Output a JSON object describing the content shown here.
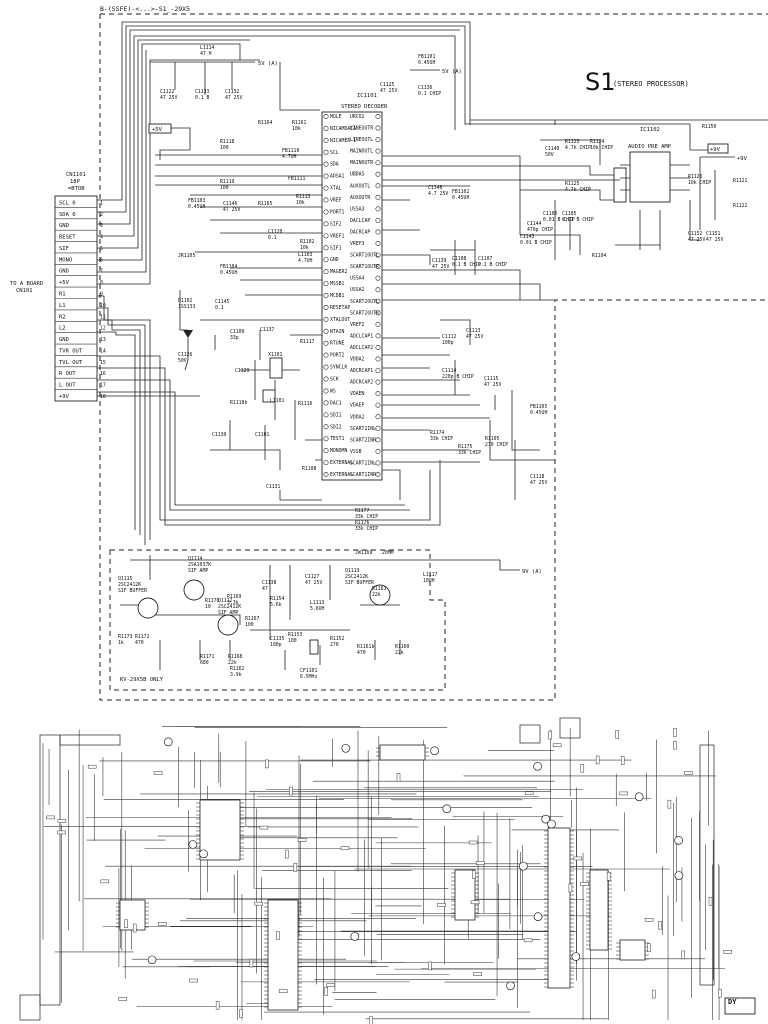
{
  "header": {
    "title": "B-(SSFE)-<...>-S1_-29X5"
  },
  "board": {
    "label": "S1",
    "sublabel": "(STEREO PROCESSOR)"
  },
  "connector": {
    "ref": "CN1101",
    "pins_desc": "18P",
    "kind": "=BTOB",
    "target_label": "TO A BOARD",
    "target_ref": "CN101",
    "pins": [
      {
        "num": "1",
        "name": "SCL 0"
      },
      {
        "num": "2",
        "name": "SDA 0"
      },
      {
        "num": "3",
        "name": "GND"
      },
      {
        "num": "4",
        "name": "RESET"
      },
      {
        "num": "5",
        "name": "SIF"
      },
      {
        "num": "6",
        "name": "MONO"
      },
      {
        "num": "7",
        "name": "GND"
      },
      {
        "num": "8",
        "name": "+5V"
      },
      {
        "num": "9",
        "name": "R1"
      },
      {
        "num": "10",
        "name": "L1"
      },
      {
        "num": "11",
        "name": "R2"
      },
      {
        "num": "12",
        "name": "L2"
      },
      {
        "num": "13",
        "name": "GND"
      },
      {
        "num": "14",
        "name": "TVR OUT"
      },
      {
        "num": "15",
        "name": "TVL OUT"
      },
      {
        "num": "16",
        "name": "R OUT"
      },
      {
        "num": "17",
        "name": "L OUT"
      },
      {
        "num": "18",
        "name": "+9V"
      }
    ]
  },
  "ic1101": {
    "ref": "IC1101",
    "name": "STEREO DECODER",
    "left_pins": [
      "MOLE",
      "NICAMDATA",
      "NICAMER 1",
      "SCL",
      "SDA",
      "ADSA1",
      "XTAL",
      "VREF",
      "PORT1",
      "SIF2",
      "VREF1",
      "SIF1",
      "GND",
      "MAGER2",
      "MSSB1",
      "MCDB1",
      "RESETAP",
      "XTALOUT",
      "NTAIN",
      "RTUNE",
      "PORT2",
      "SYNCLK",
      "SCK",
      "WS",
      "DAC1",
      "SDI1",
      "SDI2",
      "TEST1",
      "MONOMN",
      "EXTERNAL",
      "EXTERNAL"
    ],
    "right_pins": [
      "URCO2",
      "LINEOUTR",
      "LINEOUTL",
      "MAINOUTL",
      "MAINOUTR",
      "UBDAS",
      "AUXOUTL",
      "AUXOUTR",
      "USSA3",
      "DACLCAP",
      "DACRCAP",
      "VREF3",
      "SCART1OUTL",
      "SCART1OUTR",
      "USSA4",
      "USSA2",
      "SCART2OUTL",
      "SCART2OUTR",
      "VREF2",
      "ADCLCAP1",
      "ADCLCAP2",
      "VDDA2",
      "ADCRCAP1",
      "ADCRCAP2",
      "VDAEN",
      "VDAEP",
      "VDDA2",
      "SCART2INL",
      "SCART2INR",
      "VSSB",
      "SCART1INL",
      "SCART1INR"
    ]
  },
  "ic1102": {
    "ref": "IC1102",
    "name": "AUDIO PRE AMP"
  },
  "supply_labels": {
    "plus5v": "+5V",
    "plus9v": "+9V",
    "v5a": "5V (A)",
    "v9a": "9V (A)"
  },
  "sif_block": {
    "note": "KV-29X5B ONLY",
    "transistors": [
      {
        "ref": "Q1115",
        "part": "2SC2412K",
        "role": "SIF BUFFER"
      },
      {
        "ref": "Q1114",
        "part": "2SA1037K",
        "role": "SIF AMP"
      },
      {
        "ref": "Q1112",
        "part": "2SC2412K",
        "role": "SIF AMP"
      },
      {
        "ref": "Q1113",
        "part": "2SC2412K",
        "role": "SIF BUFFER"
      }
    ],
    "filter": {
      "ref": "CF1101",
      "value": "6.5MHz"
    },
    "jumper": {
      "ref": "JW1169",
      "value": "20MM"
    }
  },
  "diode": {
    "ref": "D1102",
    "part": "1SS133"
  },
  "upper_components": [
    {
      "ref": "L1114",
      "value": "47 H"
    },
    {
      "ref": "C1122",
      "value": "47 25V"
    },
    {
      "ref": "C1133",
      "value": "0.1 B"
    },
    {
      "ref": "C1132",
      "value": "47 25V"
    },
    {
      "ref": "FB1101",
      "value": "0.45UH"
    },
    {
      "ref": "C1125",
      "value": "47 25V"
    },
    {
      "ref": "C1136",
      "value": "0.1 CHIP"
    },
    {
      "ref": "R1164",
      "value": ""
    },
    {
      "ref": "R1161",
      "value": "10k"
    },
    {
      "ref": "R1118",
      "value": "100"
    },
    {
      "ref": "FB1110",
      "value": "4.7UH"
    },
    {
      "ref": "R1119",
      "value": "100"
    },
    {
      "ref": "FB1111",
      "value": ""
    },
    {
      "ref": "FB1103",
      "value": "0.45UH"
    },
    {
      "ref": "C1146",
      "value": "47 25V"
    },
    {
      "ref": "R1165",
      "value": ""
    },
    {
      "ref": "R1113",
      "value": "10k"
    },
    {
      "ref": "C1120",
      "value": "0.1"
    },
    {
      "ref": "R1102",
      "value": "10k"
    },
    {
      "ref": "L1103",
      "value": "4.7UH"
    },
    {
      "ref": "JR1105",
      "value": ""
    },
    {
      "ref": "FB1104",
      "value": "0.45UH"
    },
    {
      "ref": "C1145",
      "value": "0.1"
    },
    {
      "ref": "C1137",
      "value": ""
    },
    {
      "ref": "C1109",
      "value": "33p"
    },
    {
      "ref": "R1117",
      "value": ""
    },
    {
      "ref": "C1126",
      "value": "50V"
    },
    {
      "ref": "X1101",
      "value": ""
    },
    {
      "ref": "C1129",
      "value": ""
    },
    {
      "ref": "L1101",
      "value": ""
    },
    {
      "ref": "R1116",
      "value": ""
    },
    {
      "ref": "R1118b",
      "value": ""
    },
    {
      "ref": "C1130",
      "value": ""
    },
    {
      "ref": "C1101",
      "value": ""
    },
    {
      "ref": "R1108",
      "value": ""
    },
    {
      "ref": "C1131",
      "value": ""
    },
    {
      "ref": "R1177",
      "value": "33k CHIP"
    },
    {
      "ref": "R1176",
      "value": "33k CHIP"
    },
    {
      "ref": "C1148",
      "value": "4.7 25V"
    },
    {
      "ref": "FB1102",
      "value": "0.45UH"
    },
    {
      "ref": "C1139",
      "value": "47 25V"
    },
    {
      "ref": "C1108",
      "value": "0.1 B CHIP"
    },
    {
      "ref": "C1107",
      "value": "0.1 B CHIP"
    },
    {
      "ref": "C1112",
      "value": "100p"
    },
    {
      "ref": "C1113",
      "value": "47 25V"
    },
    {
      "ref": "C1114",
      "value": "220p B CHIP"
    },
    {
      "ref": "C1115",
      "value": "47 25V"
    },
    {
      "ref": "R1105",
      "value": "270 CHIP"
    },
    {
      "ref": "R1174",
      "value": "33k CHIP"
    },
    {
      "ref": "R1175",
      "value": "33k CHIP"
    },
    {
      "ref": "FB1105",
      "value": "0.45UH"
    },
    {
      "ref": "C1118",
      "value": "47 25V"
    },
    {
      "ref": "R1150",
      "value": ""
    },
    {
      "ref": "C1140",
      "value": "50V"
    },
    {
      "ref": "R1123",
      "value": "4.7k CHIP"
    },
    {
      "ref": "R1124",
      "value": "10k CHIP"
    },
    {
      "ref": "R1125",
      "value": "4.7k CHIP"
    },
    {
      "ref": "R1126",
      "value": "10k CHIP"
    },
    {
      "ref": "R1121",
      "value": ""
    },
    {
      "ref": "R1122",
      "value": ""
    },
    {
      "ref": "C1106",
      "value": "0.01 B CHIP"
    },
    {
      "ref": "C1105",
      "value": "0.01 B CHIP"
    },
    {
      "ref": "C1152",
      "value": "47 25V"
    },
    {
      "ref": "C1151",
      "value": "47 25V"
    },
    {
      "ref": "R1104",
      "value": ""
    },
    {
      "ref": "C1143",
      "value": "0.01 B CHIP"
    },
    {
      "ref": "C1144",
      "value": "470p CHIP"
    },
    {
      "ref": "C1138",
      "value": "47"
    },
    {
      "ref": "C1127",
      "value": "47 25V"
    },
    {
      "ref": "L1117",
      "value": "10UH"
    },
    {
      "ref": "C1135",
      "value": "100p"
    },
    {
      "ref": "R1153",
      "value": "100"
    },
    {
      "ref": "L1113",
      "value": "5.6UH"
    },
    {
      "ref": "R1152",
      "value": "270"
    },
    {
      "ref": "R1163",
      "value": "22k"
    },
    {
      "ref": "R1160",
      "value": "22k"
    },
    {
      "ref": "R1161b",
      "value": "470"
    },
    {
      "ref": "R1162",
      "value": "3.9k"
    },
    {
      "ref": "R1170",
      "value": "10"
    },
    {
      "ref": "R1169",
      "value": "3.3k"
    },
    {
      "ref": "R1167",
      "value": "100"
    },
    {
      "ref": "R1154",
      "value": "5.6k"
    },
    {
      "ref": "R1173",
      "value": "1k"
    },
    {
      "ref": "R1172",
      "value": "470"
    },
    {
      "ref": "R1171",
      "value": "680"
    },
    {
      "ref": "R1168",
      "value": "22k"
    }
  ],
  "lower_sheet": {
    "labels": [
      "DY"
    ]
  }
}
